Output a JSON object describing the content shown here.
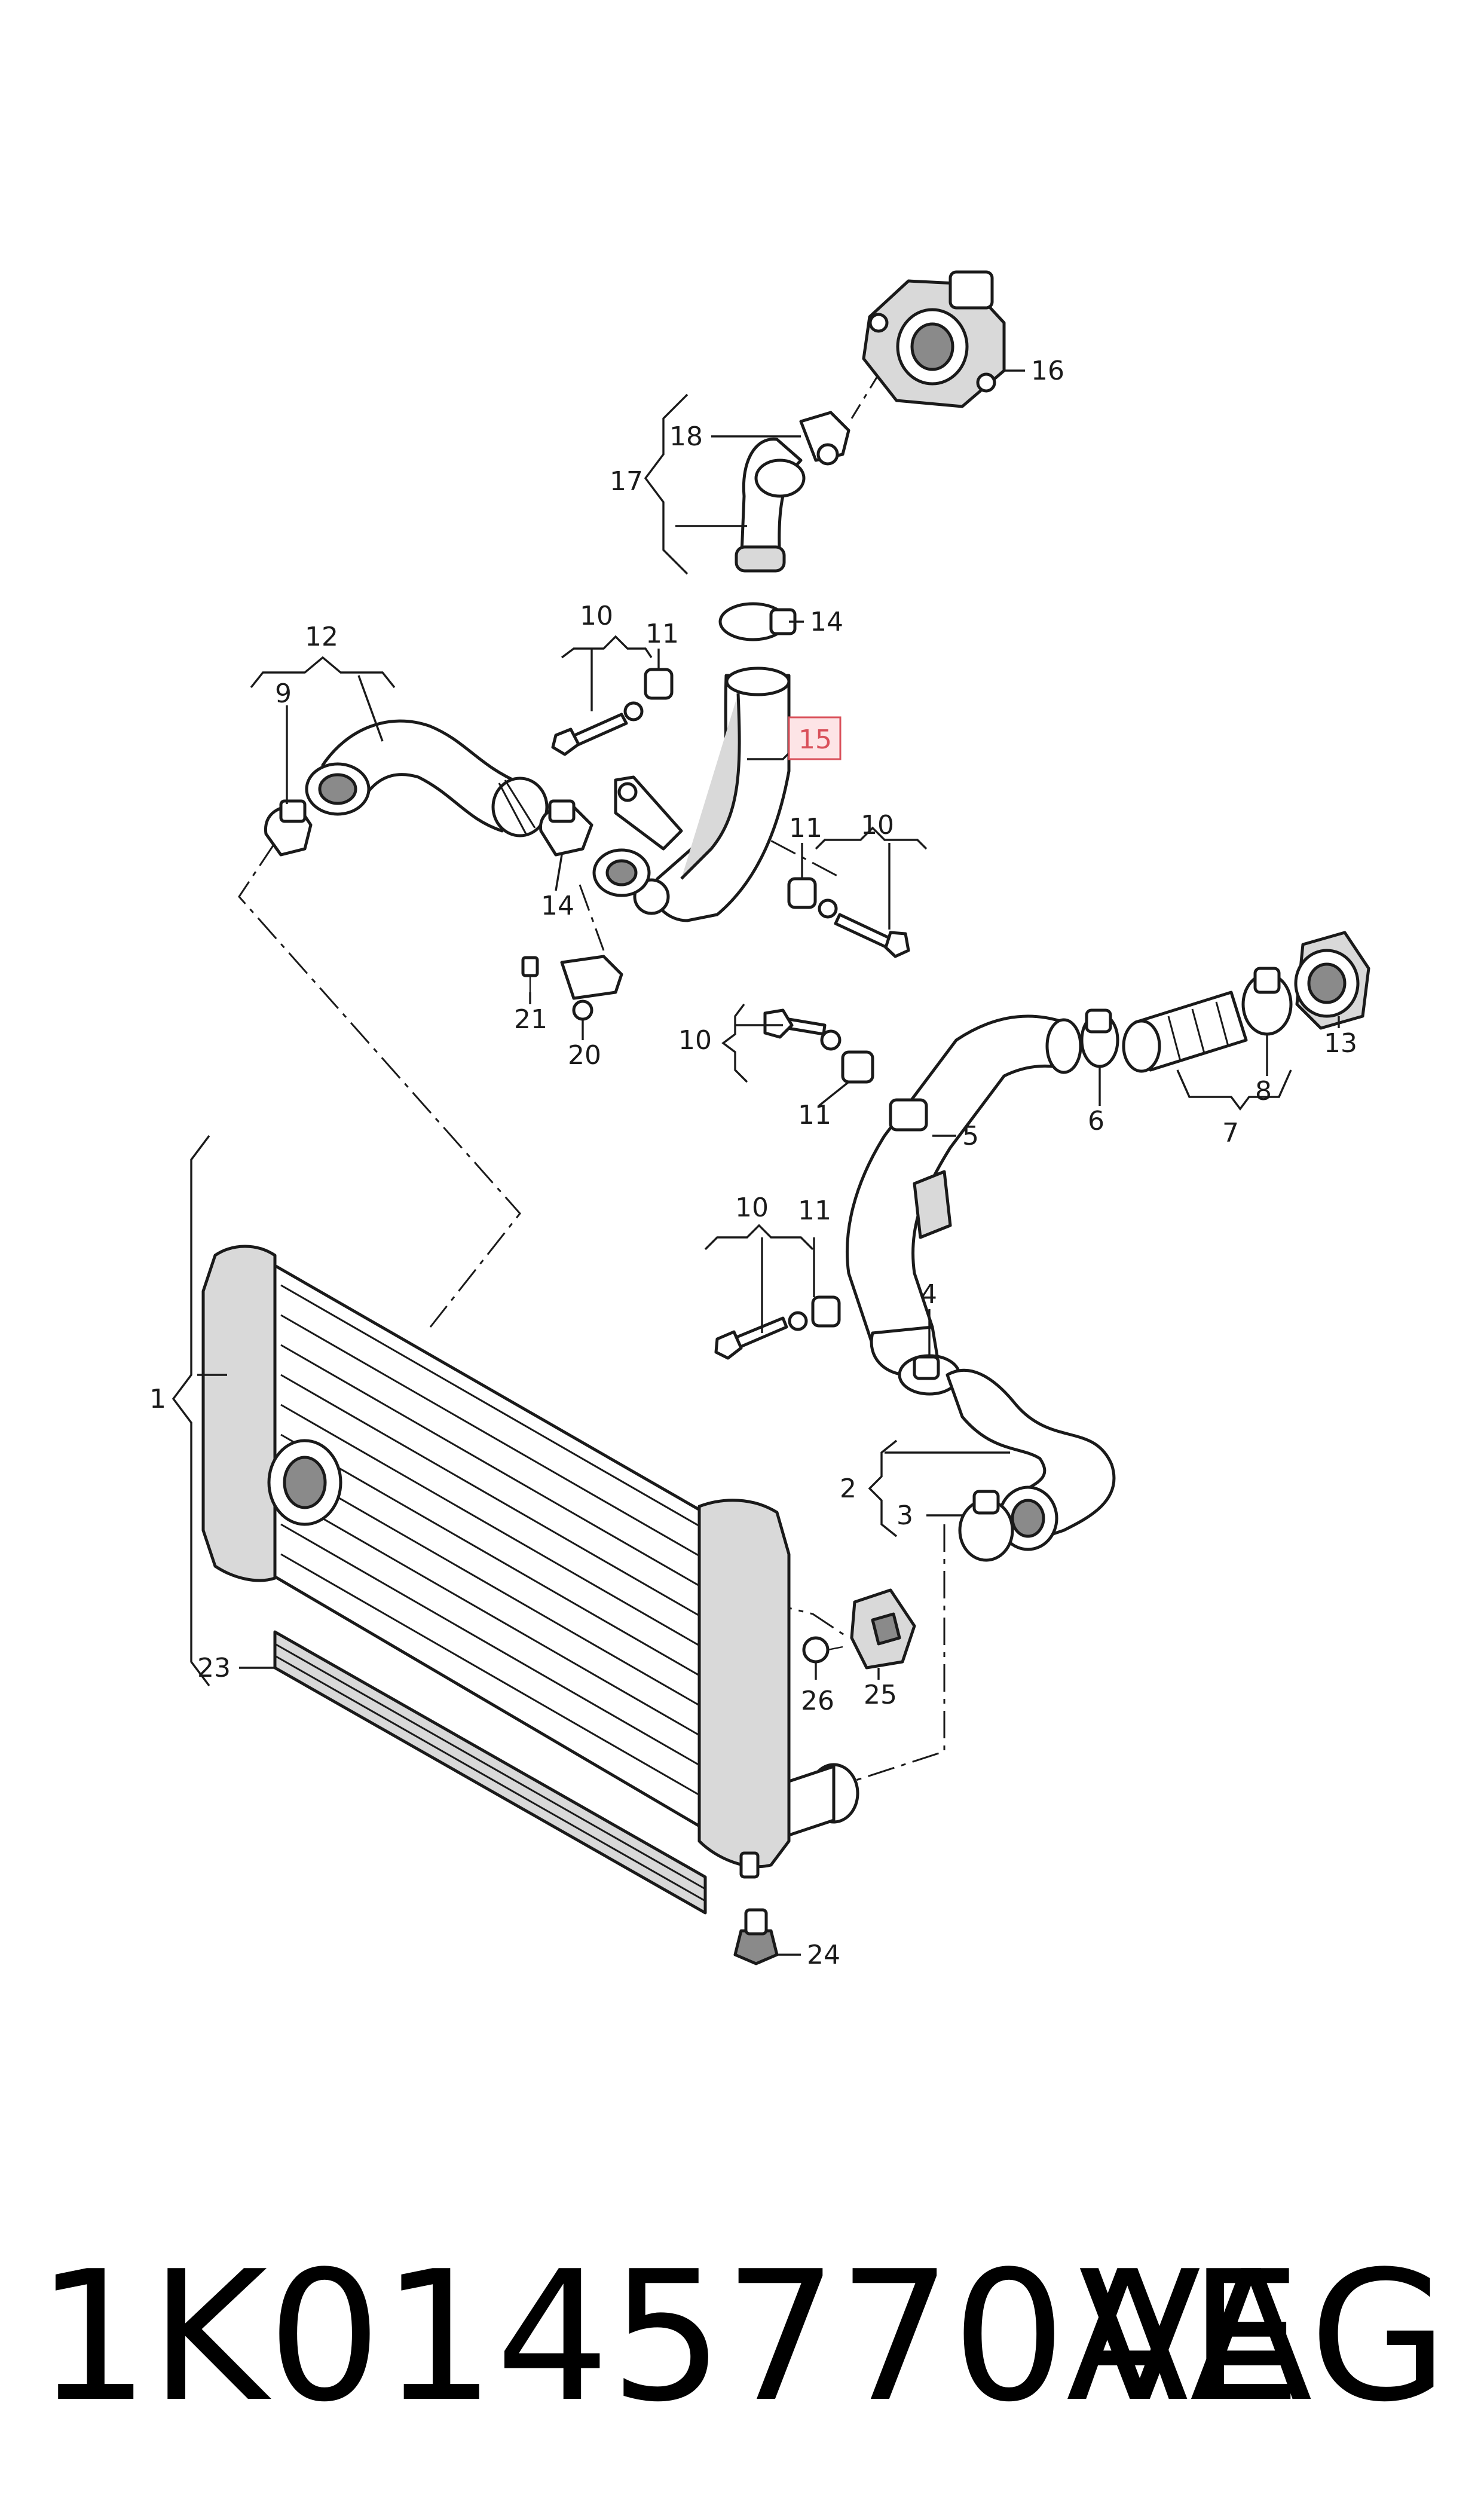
{
  "callouts": {
    "c1": "1",
    "c2": "2",
    "c3": "3",
    "c4": "4",
    "c5": "5",
    "c6": "6",
    "c7": "7",
    "c8": "8",
    "c9": "9",
    "c10a": "10",
    "c10b": "10",
    "c10c": "10",
    "c10d": "10",
    "c11a": "11",
    "c11b": "11",
    "c11c": "11",
    "c11d": "11",
    "c12": "12",
    "c13": "13",
    "c14a": "14",
    "c14b": "14",
    "c15": "15",
    "c16": "16",
    "c17": "17",
    "c18": "18",
    "c20": "20",
    "c21": "21",
    "c23": "23",
    "c24": "24",
    "c25": "25",
    "c26": "26"
  },
  "highlighted_callout": "15",
  "highlight_color": "#d9505a",
  "footer": {
    "part_number": "1K0145770AE",
    "brand": "VAG"
  }
}
